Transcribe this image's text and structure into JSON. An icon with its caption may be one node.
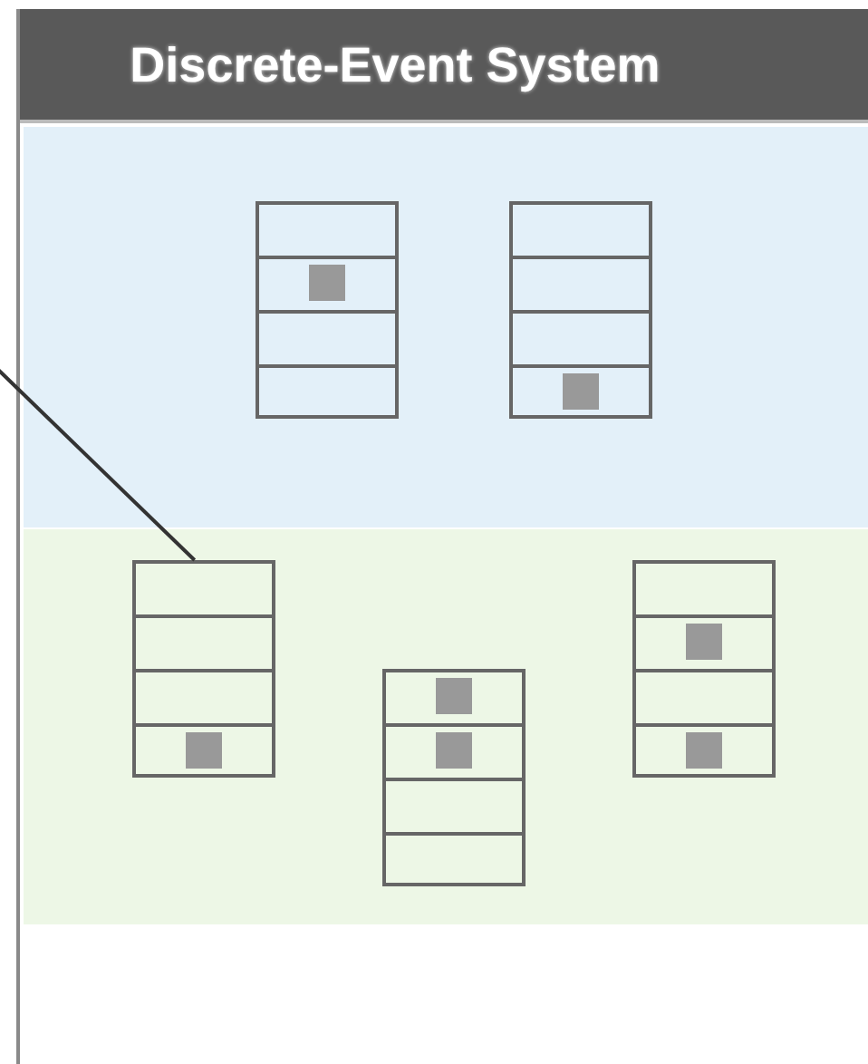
{
  "diagram": {
    "nodes": [
      {
        "text": [
          "Discrete-Event System"
        ]
      },
      {
        "text": [],
        "shape": "box",
        "in": 0
      },
      {
        "text": [],
        "shape": "box",
        "in": 0
      },
      {
        "text": [],
        "shape": "box",
        "in": 1
      },
      {
        "text": [],
        "shape": "box",
        "in": 1
      },
      {
        "text": [],
        "shape": "box",
        "in": 2
      },
      {
        "text": [],
        "shape": "box",
        "in": 2
      },
      {
        "text": [],
        "shape": "box",
        "in": 2
      }
    ],
    "edges": [
      {
        "from": null,
        "to": 5,
        "arrow": "none"
      }
    ]
  }
}
